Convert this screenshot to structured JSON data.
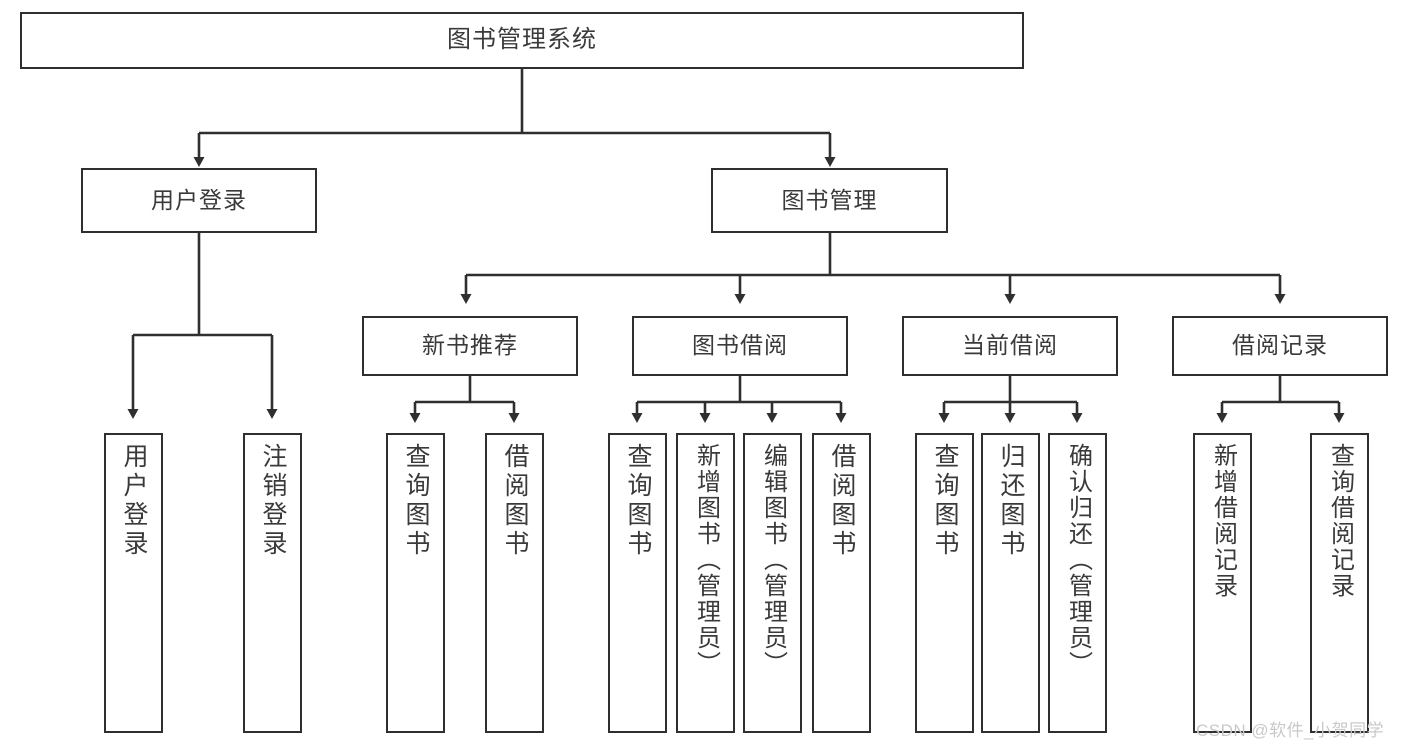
{
  "diagram": {
    "title": "图书管理系统",
    "type": "hierarchy-tree",
    "levels": 4,
    "line_color": "#2f2f2f",
    "text_color": "#3a3a3a",
    "background_color": "#ffffff"
  },
  "nodes": {
    "root": {
      "label": "图书管理系统"
    },
    "level2": [
      {
        "id": "user-login",
        "label": "用户登录"
      },
      {
        "id": "book-management",
        "label": "图书管理"
      }
    ],
    "level3": [
      {
        "id": "new-book-recommend",
        "label": "新书推荐"
      },
      {
        "id": "book-borrow",
        "label": "图书借阅"
      },
      {
        "id": "current-borrow",
        "label": "当前借阅"
      },
      {
        "id": "borrow-record",
        "label": "借阅记录"
      }
    ],
    "leaves": {
      "user_login": [
        {
          "id": "leaf-user-login",
          "label": "用户登录"
        },
        {
          "id": "leaf-logout-login",
          "label": "注销登录"
        }
      ],
      "new_book_recommend": [
        {
          "id": "leaf-query-book-1",
          "label": "查询图书"
        },
        {
          "id": "leaf-borrow-book-1",
          "label": "借阅图书"
        }
      ],
      "book_borrow": [
        {
          "id": "leaf-query-book-2",
          "label": "查询图书"
        },
        {
          "id": "leaf-add-book",
          "label": "新增图书（管理员）"
        },
        {
          "id": "leaf-edit-book",
          "label": "编辑图书（管理员）"
        },
        {
          "id": "leaf-borrow-book-2",
          "label": "借阅图书"
        }
      ],
      "current_borrow": [
        {
          "id": "leaf-query-book-3",
          "label": "查询图书"
        },
        {
          "id": "leaf-return-book",
          "label": "归还图书"
        },
        {
          "id": "leaf-confirm-return",
          "label": "确认归还（管理员）"
        }
      ],
      "borrow_record": [
        {
          "id": "leaf-add-record",
          "label": "新增借阅记录"
        },
        {
          "id": "leaf-query-record",
          "label": "查询借阅记录"
        }
      ]
    }
  },
  "watermark": {
    "text": "CSDN @软件_小贺同学"
  }
}
